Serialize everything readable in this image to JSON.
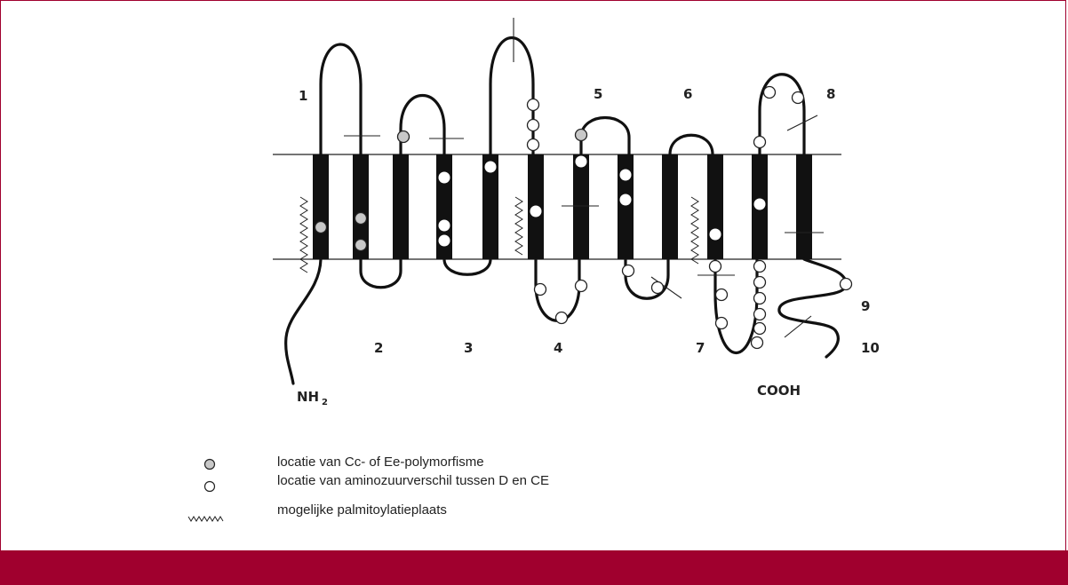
{
  "colors": {
    "accent": "#a0002e",
    "band": "#111111",
    "polymorphism_dot": "#c8c8c8",
    "difference_dot": "#ffffff"
  },
  "labels": {
    "loops": [
      "1",
      "2",
      "3",
      "4",
      "5",
      "6",
      "7",
      "8",
      "9",
      "10"
    ],
    "n_terminus": "NH",
    "n_terminus_sub": "2",
    "c_terminus": "COOH"
  },
  "legend": {
    "items": [
      {
        "icon": "grey-circle-icon",
        "text": "locatie van Cc- of Ee-polymorfisme"
      },
      {
        "icon": "white-circle-icon",
        "text": "locatie van aminozuurverschil tussen D en CE"
      },
      {
        "icon": "zigzag-icon",
        "text": "mogelijke palmitoylatieplaats"
      }
    ]
  }
}
